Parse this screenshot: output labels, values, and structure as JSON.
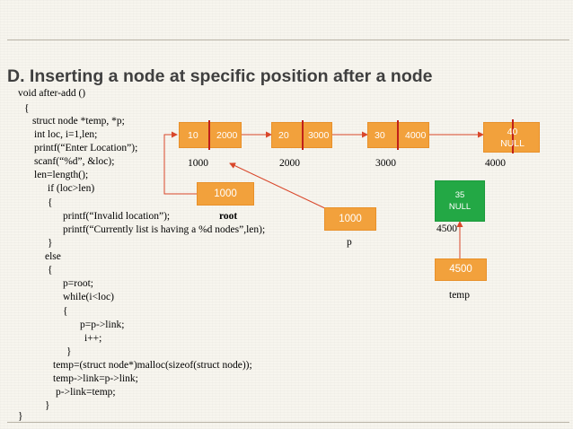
{
  "title": "D. Inserting a node at specific position after a node",
  "code": [
    "void after-add ()",
    "{",
    "struct node *temp, *p;",
    "int loc, i=1,len;",
    "printf(“Enter Location”);",
    "scanf(“%d”, &loc);",
    "len=length();",
    "if (loc>len)",
    "{",
    "printf(“Invalid location”);",
    "printf(“Currently list is having a %d nodes”,len);",
    "}",
    "else",
    "{",
    "p=root;",
    "while(i<loc)",
    "{",
    "p=p->link;",
    "i++;",
    "}",
    "temp=(struct node*)malloc(sizeof(struct node));",
    "temp->link=p->link;",
    "p->link=temp;",
    "}",
    "}"
  ],
  "nodes": [
    {
      "data": "10",
      "link": "2000",
      "address": "1000"
    },
    {
      "data": "20",
      "link": "3000",
      "address": "2000"
    },
    {
      "data": "30",
      "link": "4000",
      "address": "3000"
    },
    {
      "data": "40",
      "link": "NULL",
      "address": "4000"
    }
  ],
  "root": {
    "value": "1000",
    "label": "root"
  },
  "p": {
    "value": "1000",
    "label": "p"
  },
  "new_node": {
    "data": "35",
    "link": "NULL",
    "address": "4500"
  },
  "temp": {
    "value": "4500",
    "label": "temp"
  },
  "colors": {
    "node": "#f2a13c",
    "divider": "#c0201a",
    "new_node": "#23a845",
    "title": "#3f3f3f",
    "arrow": "#d9472b"
  }
}
